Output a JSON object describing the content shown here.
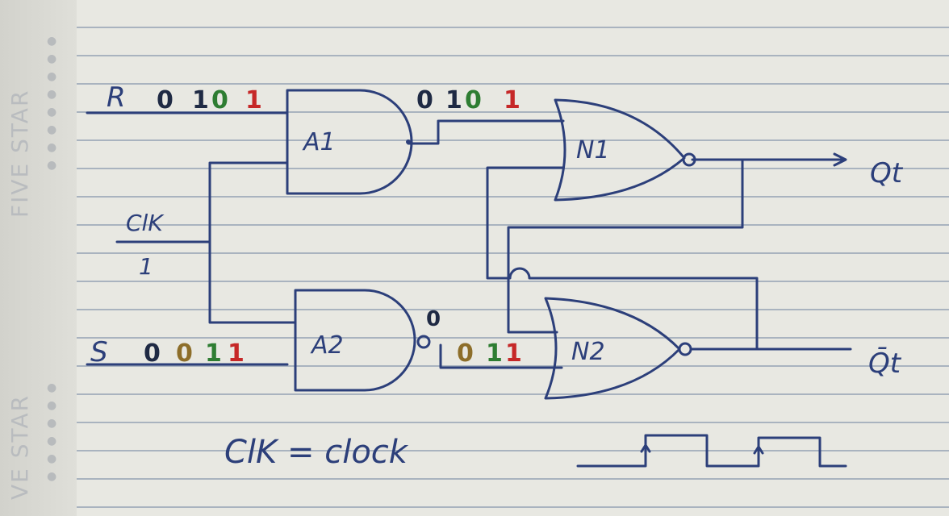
{
  "margin_text": {
    "top": "FIVE STAR",
    "bottom": "VE STAR"
  },
  "inputs": {
    "R": {
      "label": "R",
      "bits": [
        "0",
        "1",
        "0",
        "1"
      ]
    },
    "S": {
      "label": "S",
      "bits": [
        "0",
        "0",
        "1",
        "1"
      ]
    },
    "clk": {
      "label": "ClK",
      "value": "1"
    }
  },
  "gates": {
    "A1": "A1",
    "A2": "A2",
    "N1": "N1",
    "N2": "N2"
  },
  "intermediate": {
    "A1_out_bits": [
      "0",
      "1",
      "0",
      "1"
    ],
    "A2_out_marker": "0",
    "A2_out_bits": [
      "0",
      "1",
      "1"
    ]
  },
  "outputs": {
    "Q": "Qt",
    "Qbar": "Q̄t"
  },
  "legend": "ClK = clock",
  "colors": {
    "ink": "#2c3f7a",
    "bit_dark": "#1f2a44",
    "bit_green": "#2e7d32",
    "bit_red": "#c62828",
    "bit_olive": "#8d6e2a",
    "paper": "#e8e8e2",
    "rule": "#a9b3bf"
  }
}
